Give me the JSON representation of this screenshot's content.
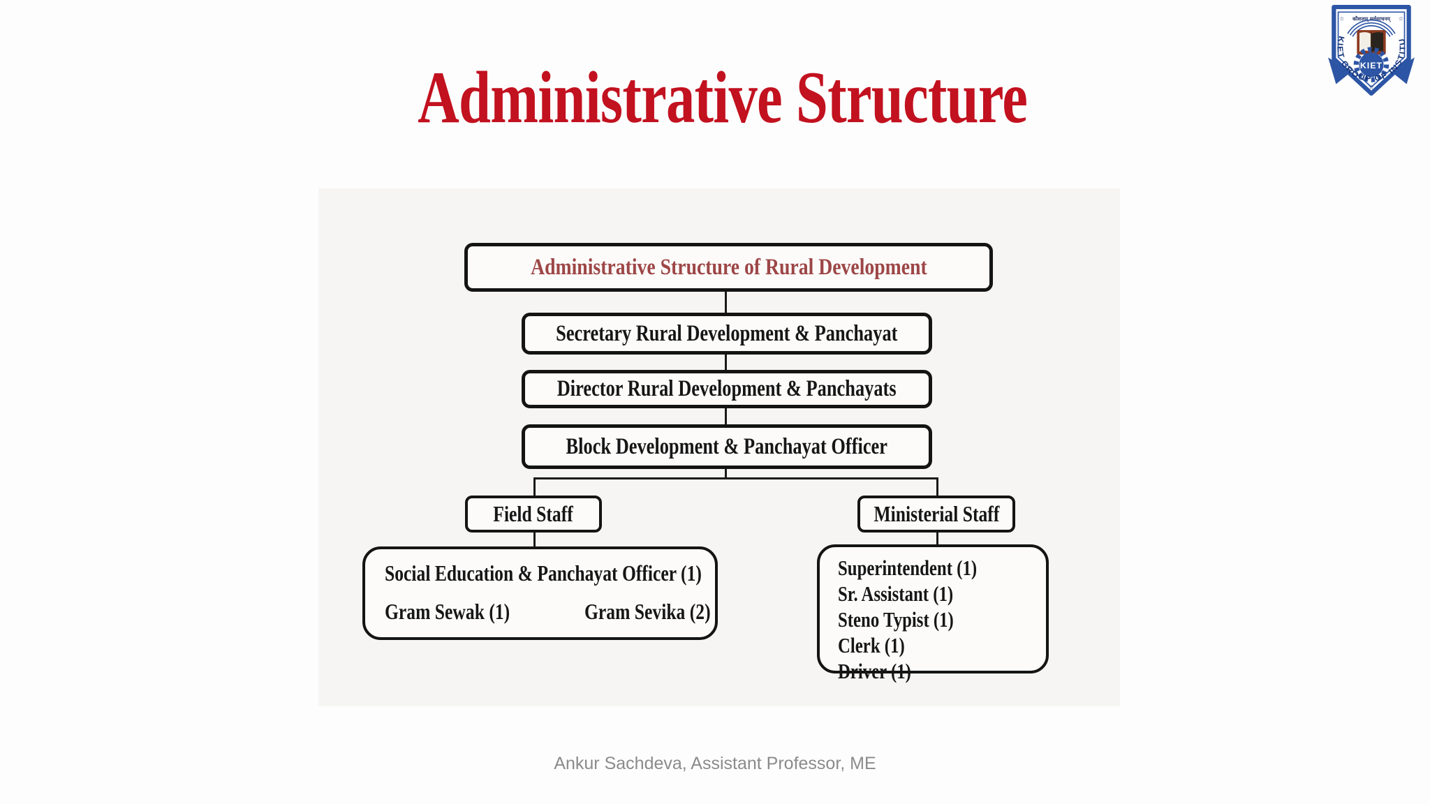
{
  "slide": {
    "title": "Administrative Structure",
    "footer": "Ankur Sachdeva, Assistant Professor, ME"
  },
  "colors": {
    "title_red": "#c2111f",
    "diagram_heading_red": "#9d4646",
    "box_border_black": "#141414",
    "logo_blue": "#2d55a5",
    "footer_gray": "#8b8b8b"
  },
  "logo": {
    "motto": "कौशलम् सर्वसाधनम्",
    "star": "☆",
    "ring_text": "KIET GROUP OF INSTITUTIONS",
    "gear_text": "KIET"
  },
  "org_chart": {
    "root": "Administrative Structure of Rural Development",
    "chain": [
      "Secretary Rural Development & Panchayat",
      "Director Rural Development & Panchayats",
      "Block Development & Panchayat Officer"
    ],
    "branches": [
      {
        "label": "Field Staff",
        "row1": "Social Education & Panchayat Officer (1)",
        "row2_left": "Gram Sewak (1)",
        "row2_right": "Gram Sevika (2)"
      },
      {
        "label": "Ministerial Staff",
        "rows": [
          "Superintendent (1)",
          "Sr. Assistant (1)",
          "Steno Typist (1)",
          "Clerk (1)",
          "Driver (1)"
        ]
      }
    ]
  }
}
